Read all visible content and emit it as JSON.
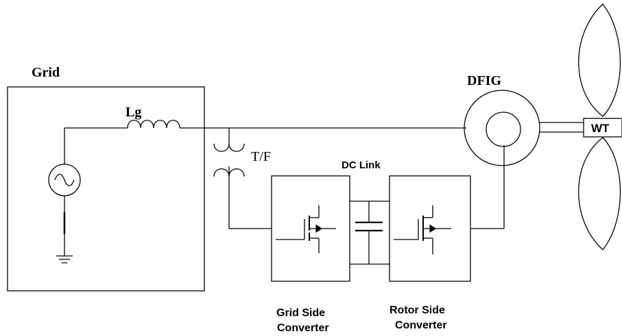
{
  "labels": {
    "grid": "Grid",
    "lg": "Lg",
    "tf": "T/F",
    "dc_link": "DC Link",
    "dfig": "DFIG",
    "wt": "WT",
    "grid_side_line1": "Grid Side",
    "grid_side_line2": "Converter",
    "rotor_side_line1": "Rotor Side",
    "rotor_side_line2": "Converter"
  }
}
